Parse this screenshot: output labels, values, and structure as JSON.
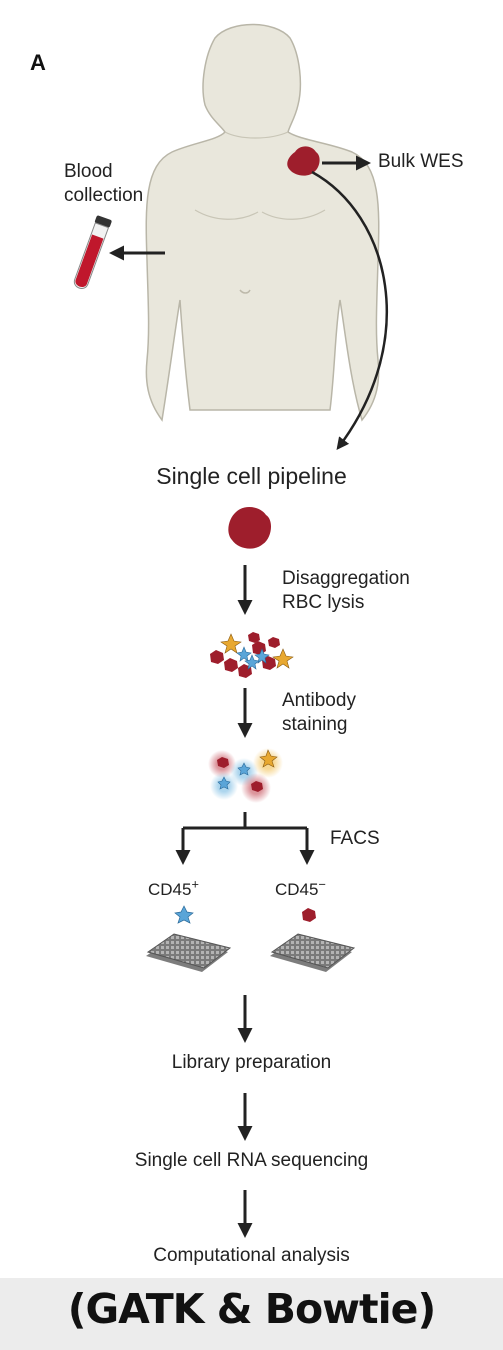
{
  "figure": {
    "panel_letter": "A",
    "blood_collection": [
      "Blood",
      "collection"
    ],
    "bulk_wes": "Bulk WES",
    "pipeline_title": "Single cell pipeline",
    "step1": [
      "Disaggregation",
      "RBC lysis"
    ],
    "step2": [
      "Antibody",
      "staining"
    ],
    "facs": "FACS",
    "cd45_pos": {
      "base": "CD45",
      "sup": "+"
    },
    "cd45_neg": {
      "base": "CD45",
      "sup": "−"
    },
    "library_preparation": "Library preparation",
    "sc_rna_seq": "Single cell RNA sequencing",
    "computational_analysis": "Computational analysis"
  },
  "caption": "(GATK & Bowtie)",
  "colors": {
    "body": "#e9e7dc",
    "tumor": "#a0202e",
    "tcell": "#5aa5d8",
    "dendritic": "#e8a830",
    "arrow": "#222222",
    "plate": "#8a8a8a"
  }
}
